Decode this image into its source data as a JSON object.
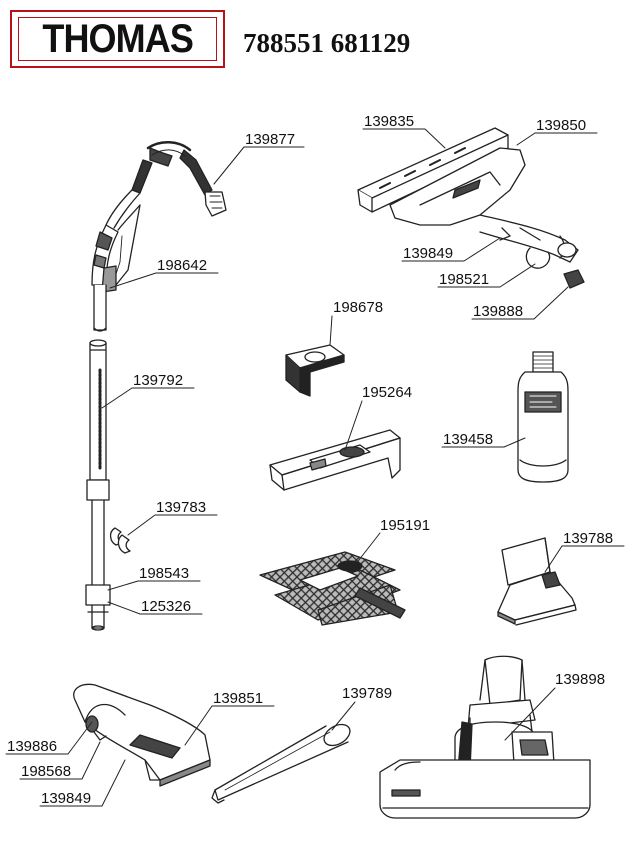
{
  "header": {
    "brand": "THOMAS",
    "model_numbers": "788551 681129",
    "brand_color": "#b5121b"
  },
  "parts": [
    {
      "id": "p139877",
      "number": "139877"
    },
    {
      "id": "p198642",
      "number": "198642"
    },
    {
      "id": "p139792",
      "number": "139792"
    },
    {
      "id": "p139783",
      "number": "139783"
    },
    {
      "id": "p198543",
      "number": "198543"
    },
    {
      "id": "p125326",
      "number": "125326"
    },
    {
      "id": "p139835",
      "number": "139835"
    },
    {
      "id": "p139850",
      "number": "139850"
    },
    {
      "id": "p139849a",
      "number": "139849"
    },
    {
      "id": "p198521",
      "number": "198521"
    },
    {
      "id": "p139888",
      "number": "139888"
    },
    {
      "id": "p198678",
      "number": "198678"
    },
    {
      "id": "p195264",
      "number": "195264"
    },
    {
      "id": "p139458",
      "number": "139458"
    },
    {
      "id": "p195191",
      "number": "195191"
    },
    {
      "id": "p139788",
      "number": "139788"
    },
    {
      "id": "p139851",
      "number": "139851"
    },
    {
      "id": "p139789",
      "number": "139789"
    },
    {
      "id": "p139898",
      "number": "139898"
    },
    {
      "id": "p139886",
      "number": "139886"
    },
    {
      "id": "p198568",
      "number": "198568"
    },
    {
      "id": "p139849b",
      "number": "139849"
    }
  ]
}
